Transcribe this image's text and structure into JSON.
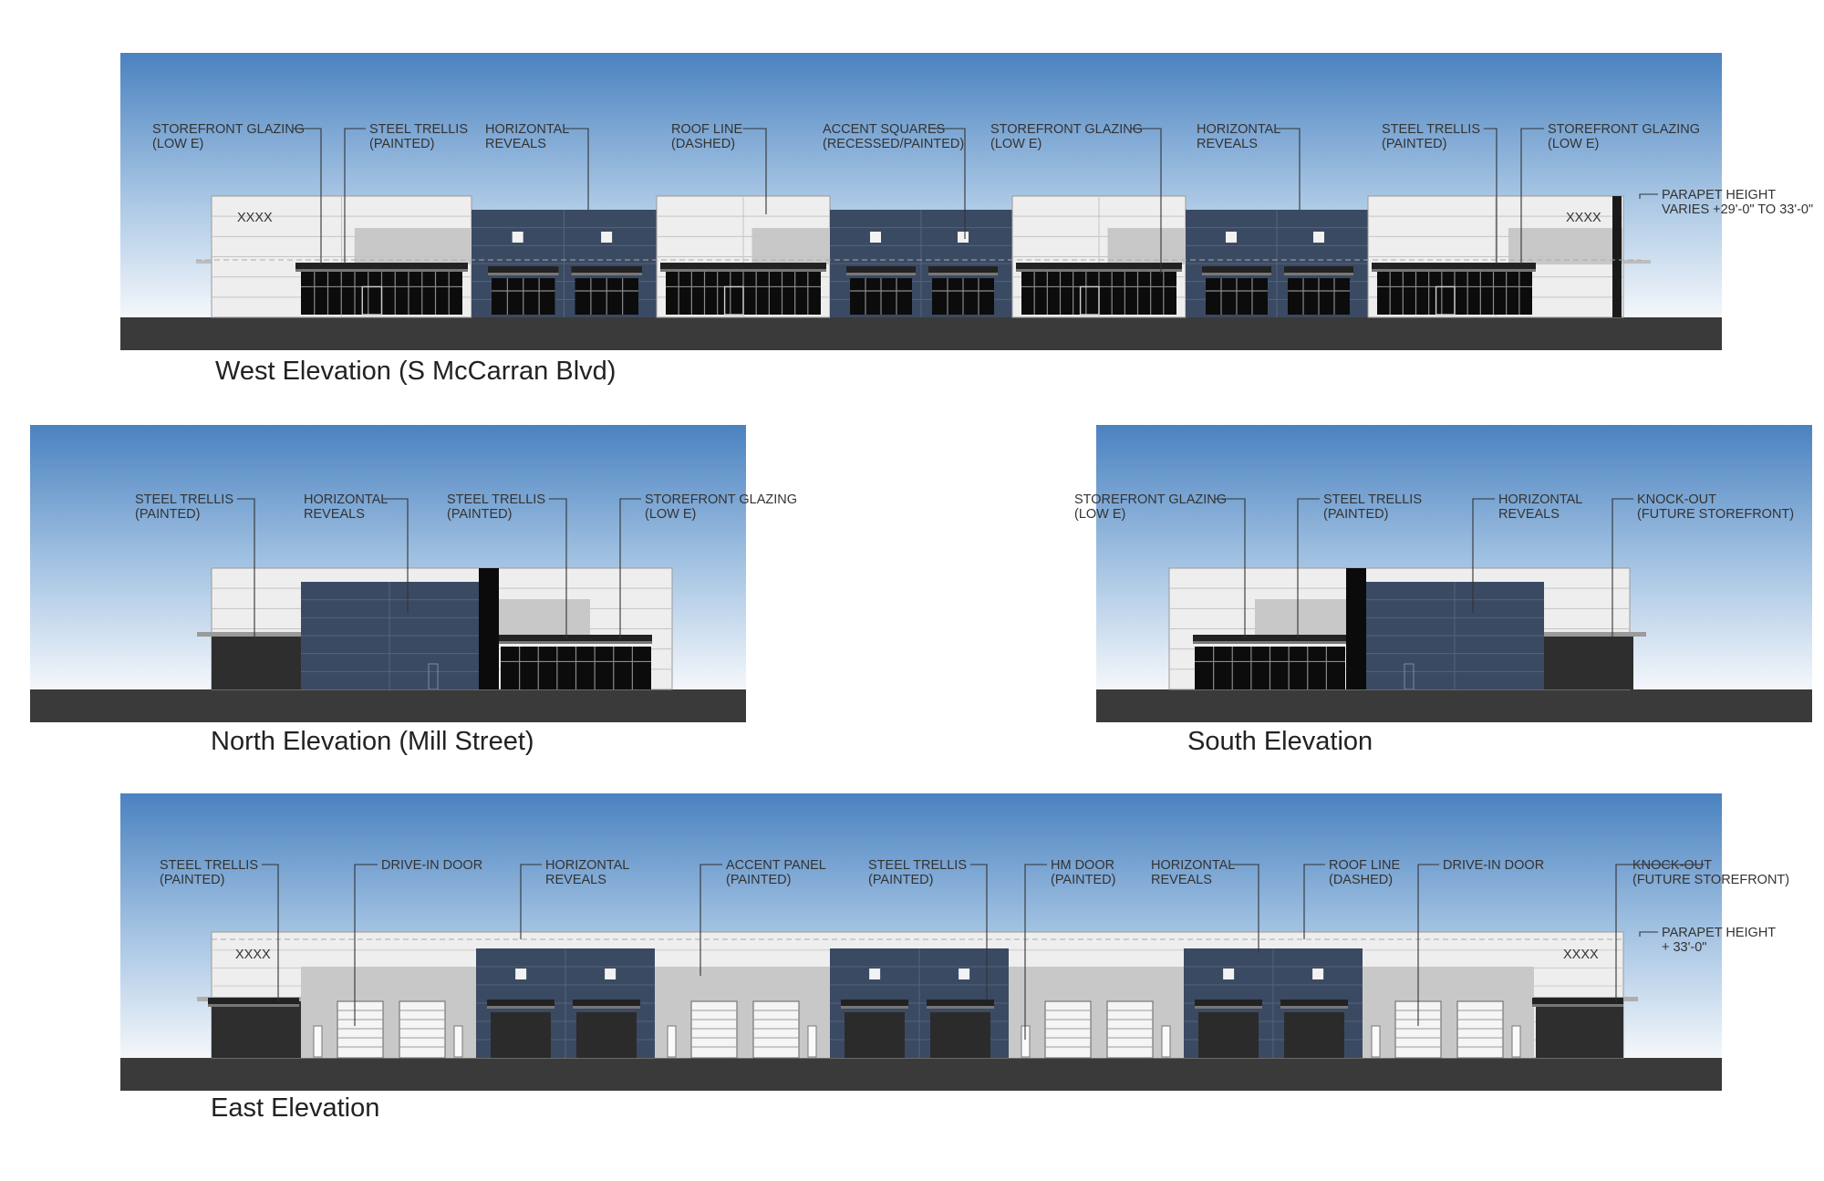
{
  "palette": {
    "sky_top": "#4a82c0",
    "sky_bottom": "#ffffff",
    "light_wall": "#eeeeee",
    "grey_panel": "#c8c8c8",
    "accent_navy": "#3b4a63",
    "glazing": "#0c0c0c",
    "ground": "#3a3a3a"
  },
  "elevations": {
    "west": {
      "caption": "West Elevation (S McCarran Blvd)",
      "signage": [
        "XXXX",
        "XXXX"
      ],
      "callouts": [
        {
          "l1": "STOREFRONT GLAZING",
          "l2": "(LOW E)"
        },
        {
          "l1": "STEEL TRELLIS",
          "l2": "(PAINTED)"
        },
        {
          "l1": "HORIZONTAL",
          "l2": "REVEALS"
        },
        {
          "l1": "ROOF LINE",
          "l2": "(DASHED)"
        },
        {
          "l1": "ACCENT SQUARES",
          "l2": "(RECESSED/PAINTED)"
        },
        {
          "l1": "STOREFRONT GLAZING",
          "l2": "(LOW E)"
        },
        {
          "l1": "HORIZONTAL",
          "l2": "REVEALS"
        },
        {
          "l1": "STEEL TRELLIS",
          "l2": "(PAINTED)"
        },
        {
          "l1": "STOREFRONT GLAZING",
          "l2": "(LOW E)"
        },
        {
          "l1": "PARAPET HEIGHT",
          "l2": "VARIES +29'-0\" TO 33'-0\""
        }
      ]
    },
    "north": {
      "caption": "North Elevation (Mill Street)",
      "callouts": [
        {
          "l1": "STEEL TRELLIS",
          "l2": "(PAINTED)"
        },
        {
          "l1": "HORIZONTAL",
          "l2": "REVEALS"
        },
        {
          "l1": "STEEL TRELLIS",
          "l2": "(PAINTED)"
        },
        {
          "l1": "STOREFRONT GLAZING",
          "l2": "(LOW E)"
        }
      ]
    },
    "south": {
      "caption": "South Elevation",
      "callouts": [
        {
          "l1": "STOREFRONT GLAZING",
          "l2": "(LOW E)"
        },
        {
          "l1": "STEEL TRELLIS",
          "l2": "(PAINTED)"
        },
        {
          "l1": "HORIZONTAL",
          "l2": "REVEALS"
        },
        {
          "l1": "KNOCK-OUT",
          "l2": "(FUTURE STOREFRONT)"
        }
      ]
    },
    "east": {
      "caption": "East Elevation",
      "signage": [
        "XXXX",
        "XXXX"
      ],
      "callouts": [
        {
          "l1": "STEEL TRELLIS",
          "l2": "(PAINTED)"
        },
        {
          "l1": "DRIVE-IN DOOR",
          "l2": ""
        },
        {
          "l1": "HORIZONTAL",
          "l2": "REVEALS"
        },
        {
          "l1": "ACCENT PANEL",
          "l2": "(PAINTED)"
        },
        {
          "l1": "STEEL TRELLIS",
          "l2": "(PAINTED)"
        },
        {
          "l1": "HM DOOR",
          "l2": "(PAINTED)"
        },
        {
          "l1": "HORIZONTAL",
          "l2": "REVEALS"
        },
        {
          "l1": "ROOF LINE",
          "l2": "(DASHED)"
        },
        {
          "l1": "DRIVE-IN DOOR",
          "l2": ""
        },
        {
          "l1": "KNOCK-OUT",
          "l2": "(FUTURE STOREFRONT)"
        },
        {
          "l1": "PARAPET HEIGHT",
          "l2": "+ 33'-0\""
        }
      ]
    }
  }
}
